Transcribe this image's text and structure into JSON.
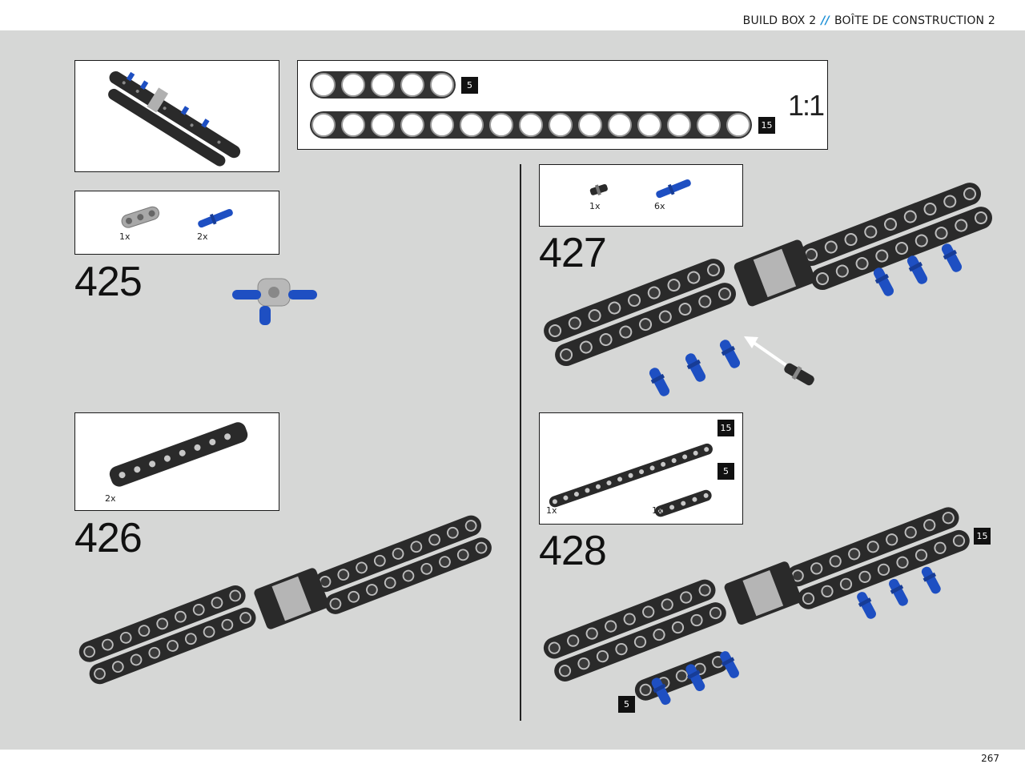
{
  "header": {
    "left": "BUILD BOX 2",
    "separator": "//",
    "right": "BOÎTE DE CONSTRUCTION 2"
  },
  "page_number": "267",
  "scale_ruler": {
    "label": "1:1",
    "rows": [
      {
        "holes": 5,
        "tag": "5"
      },
      {
        "holes": 15,
        "tag": "15"
      }
    ]
  },
  "steps": [
    {
      "number": "425",
      "parts": [
        {
          "qty": "1x"
        },
        {
          "qty": "2x"
        }
      ]
    },
    {
      "number": "426",
      "parts": [
        {
          "qty": "2x"
        }
      ]
    },
    {
      "number": "427",
      "parts": [
        {
          "qty": "1x"
        },
        {
          "qty": "6x"
        }
      ]
    },
    {
      "number": "428",
      "parts": [
        {
          "qty": "1x",
          "tag": "15"
        },
        {
          "qty": "1x",
          "tag": "5"
        }
      ],
      "callouts": [
        {
          "tag": "15"
        },
        {
          "tag": "5"
        }
      ]
    }
  ],
  "colors": {
    "page_bg": "#d6d7d6",
    "accent": "#1b8fd6",
    "technic_black": "#2a2a2a",
    "technic_blue": "#1e4fc2",
    "light_gray": "#a8a8a8"
  }
}
